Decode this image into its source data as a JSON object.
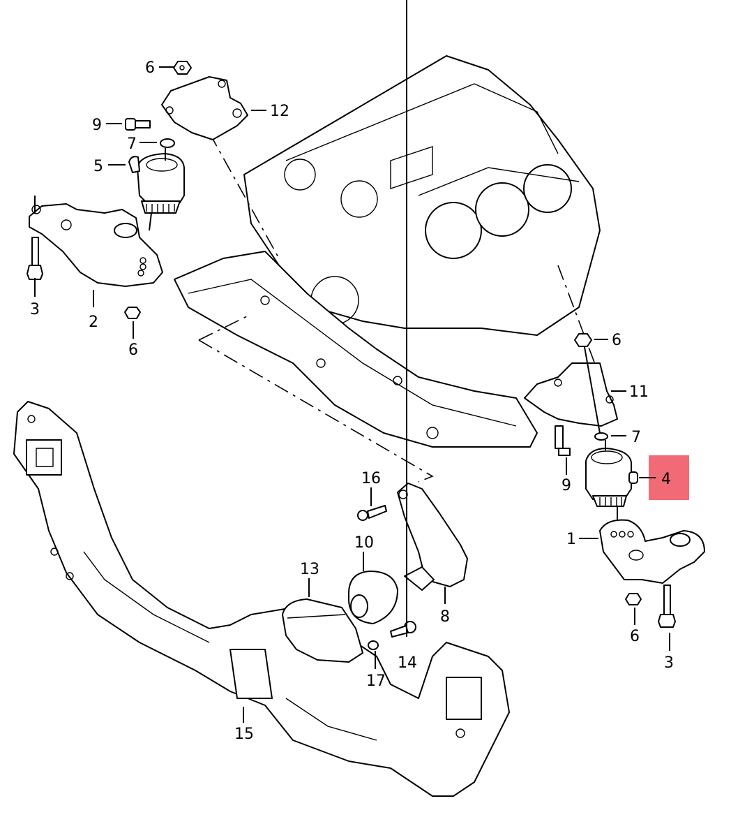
{
  "diagram": {
    "title": "Engine mounting exploded view",
    "highlight_color": "#f05a66",
    "highlighted_part": "4",
    "callouts": [
      {
        "id": "c6a",
        "label": "6"
      },
      {
        "id": "c12",
        "label": "12"
      },
      {
        "id": "c9a",
        "label": "9"
      },
      {
        "id": "c7a",
        "label": "7"
      },
      {
        "id": "c5",
        "label": "5"
      },
      {
        "id": "c3a",
        "label": "3"
      },
      {
        "id": "c2",
        "label": "2"
      },
      {
        "id": "c6b",
        "label": "6"
      },
      {
        "id": "c6c",
        "label": "6"
      },
      {
        "id": "c11",
        "label": "11"
      },
      {
        "id": "c7b",
        "label": "7"
      },
      {
        "id": "c4",
        "label": "4"
      },
      {
        "id": "c9b",
        "label": "9"
      },
      {
        "id": "c1",
        "label": "1"
      },
      {
        "id": "c6d",
        "label": "6"
      },
      {
        "id": "c3b",
        "label": "3"
      },
      {
        "id": "c16",
        "label": "16"
      },
      {
        "id": "c10",
        "label": "10"
      },
      {
        "id": "c13",
        "label": "13"
      },
      {
        "id": "c8",
        "label": "8"
      },
      {
        "id": "c14",
        "label": "14"
      },
      {
        "id": "c17",
        "label": "17"
      },
      {
        "id": "c15",
        "label": "15"
      }
    ]
  }
}
